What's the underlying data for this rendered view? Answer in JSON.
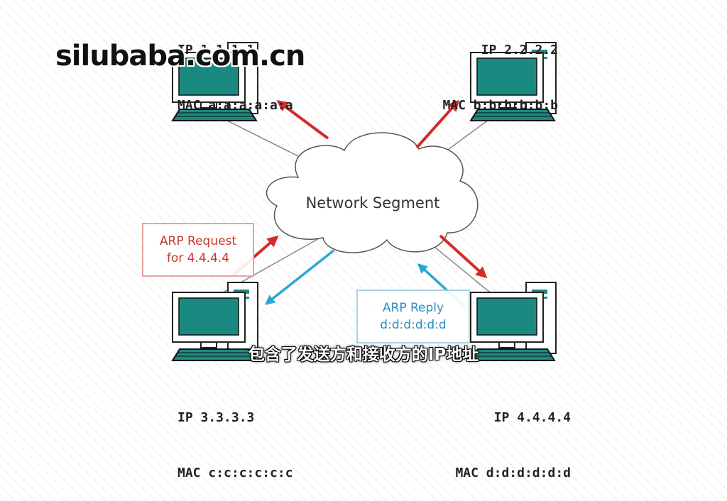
{
  "watermark": "silubaba.com.cn",
  "subtitle": "包含了发送方和接收方的IP地址",
  "cloud": {
    "label": "Network Segment"
  },
  "hosts": [
    {
      "ip": "IP 1.1.1.1",
      "mac": "MAC a:a:a:a:a:a"
    },
    {
      "ip": "IP 2.2.2.2",
      "mac": "MAC b:b:b:b:b:b"
    },
    {
      "ip": "IP 3.3.3.3",
      "mac": "MAC c:c:c:c:c:c"
    },
    {
      "ip": "IP 4.4.4.4",
      "mac": "MAC d:d:d:d:d:d"
    }
  ],
  "arp_request": {
    "line1": "ARP Request",
    "line2": "for 4.4.4.4"
  },
  "arp_reply": {
    "line1": "ARP Reply",
    "line2": "d:d:d:d:d:d"
  },
  "colors": {
    "request_arrow": "#d42a2a",
    "reply_arrow": "#2aa7d4",
    "monitor_screen": "#1a8a80",
    "monitor_body": "#ffffff",
    "outline": "#222222"
  }
}
